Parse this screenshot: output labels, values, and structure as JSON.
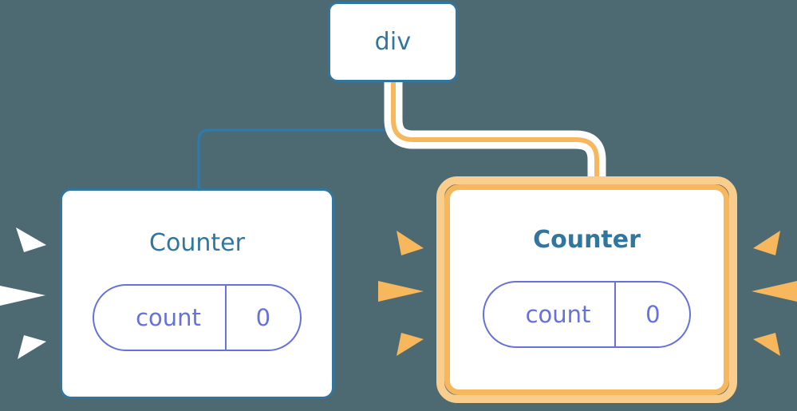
{
  "diagram": {
    "type": "component-tree",
    "background_color": "#4d6a73",
    "title_text": "",
    "nodes": [
      {
        "id": "div",
        "label": "div",
        "kind": "element",
        "highlighted": false,
        "border_color": "#31769f",
        "text_color": "#31769f"
      },
      {
        "id": "counter-left",
        "label": "Counter",
        "kind": "component",
        "highlighted": false,
        "border_color": "#31769f",
        "text_color": "#31769f",
        "prop": {
          "key": "count",
          "value": "0",
          "color": "#6671db"
        }
      },
      {
        "id": "counter-right",
        "label": "Counter",
        "kind": "component",
        "highlighted": true,
        "border_color": "#f7b75c",
        "glow_color": "#f9cd8b",
        "text_color": "#31769f",
        "prop": {
          "key": "count",
          "value": "0",
          "color": "#6671db"
        }
      }
    ],
    "edges": [
      {
        "from": "div",
        "to": "counter-left",
        "color": "#2d7ab0",
        "highlighted": false
      },
      {
        "from": "div",
        "to": "counter-right",
        "color": "#f7b75c",
        "halo_color": "#ffffff",
        "highlighted": true
      }
    ],
    "sparkles": [
      {
        "id": "left-box-left-burst",
        "color": "#ffffff",
        "direction": "right",
        "count": 3
      },
      {
        "id": "right-box-left-burst",
        "color": "#f7b75c",
        "direction": "right",
        "count": 3
      },
      {
        "id": "right-box-right-burst",
        "color": "#f7b75c",
        "direction": "left",
        "count": 3
      }
    ]
  }
}
